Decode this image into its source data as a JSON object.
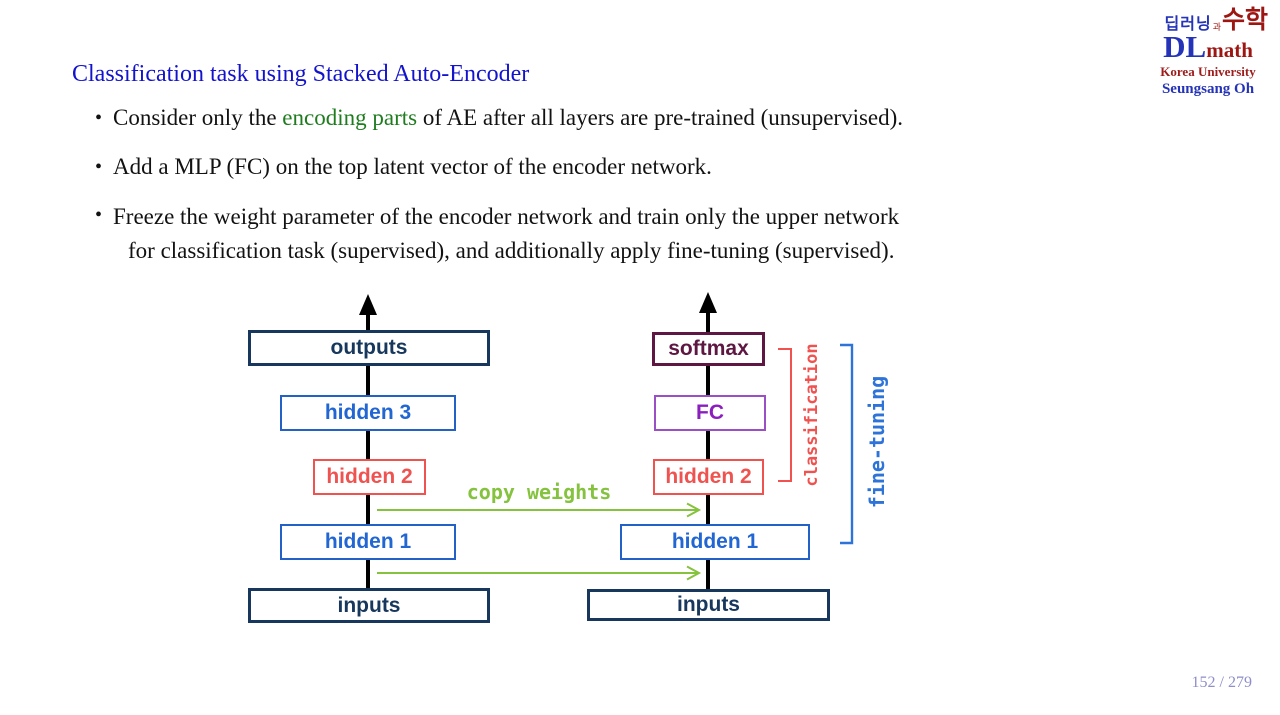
{
  "slide": {
    "title": "Classification task using Stacked Auto-Encoder",
    "bullet_char": "•",
    "page_number": "152 / 279"
  },
  "logo": {
    "korean_word_deeplearning": "딥러닝",
    "korean_particle": "과",
    "korean_word_math": "수학",
    "dl": "DL",
    "math": "math",
    "university": "Korea University",
    "author": "Seungsang Oh"
  },
  "bullets": [
    {
      "pre": "Consider only the ",
      "highlight": "encoding parts",
      "post": " of AE after all layers are pre-trained (unsupervised)."
    },
    {
      "text": "Add a MLP (FC) on the top latent vector of the encoder network."
    },
    {
      "line1": "Freeze the weight parameter of the encoder network and train only the upper network",
      "line2": "for classification task (supervised), and additionally apply fine-tuning (supervised)."
    }
  ],
  "diagram": {
    "left_stack": [
      "outputs",
      "hidden 3",
      "hidden 2",
      "hidden 1",
      "inputs"
    ],
    "right_stack": [
      "softmax",
      "FC",
      "hidden 2",
      "hidden 1",
      "inputs"
    ],
    "copy_weights_label": "copy weights",
    "classification_label": "classification",
    "fine_tuning_label": "fine-tuning"
  },
  "colors": {
    "title_blue": "#1313CD",
    "highlight_green": "#1E7C1E",
    "layer_navy": "#17375D",
    "layer_blue": "#2461C6",
    "layer_red": "#EE5350",
    "softmax_maroon": "#5D1742",
    "fc_purple": "#8A1FBE",
    "arrow_green": "#85C23E",
    "classification_red": "#F0524F",
    "fine_tuning_blue": "#2E74D8",
    "page_number_lilac": "#8E8ECB"
  }
}
